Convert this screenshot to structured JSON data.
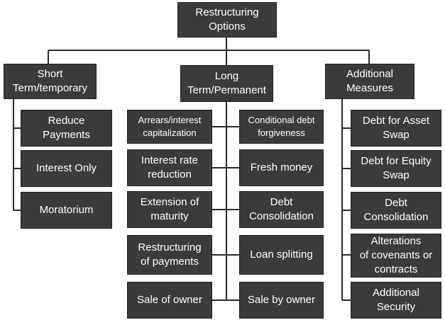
{
  "root": {
    "label": "Restructuring\nOptions"
  },
  "categories": [
    {
      "label": "Short\nTerm/temporary"
    },
    {
      "label": "Long\nTerm/Permanent"
    },
    {
      "label": "Additional\nMeasures"
    }
  ],
  "short_term": [
    {
      "label": "Reduce\nPayments"
    },
    {
      "label": "Interest Only"
    },
    {
      "label": "Moratorium"
    }
  ],
  "long_term_left": [
    {
      "label": "Arrears/interest\ncapitalization"
    },
    {
      "label": "Interest rate\nreduction"
    },
    {
      "label": "Extension of\nmaturity"
    },
    {
      "label": "Restructuring\nof payments"
    },
    {
      "label": "Sale of owner"
    }
  ],
  "long_term_right": [
    {
      "label": "Conditional debt\nforgiveness"
    },
    {
      "label": "Fresh money"
    },
    {
      "label": "Debt\nConsolidation"
    },
    {
      "label": "Loan splitting"
    },
    {
      "label": "Sale by owner"
    }
  ],
  "additional": [
    {
      "label": "Debt for Asset\nSwap"
    },
    {
      "label": "Debt for Equity\nSwap"
    },
    {
      "label": "Debt\nConsolidation"
    },
    {
      "label": "Alterations\nof covenants or\ncontracts"
    },
    {
      "label": "Additional\nSecurity"
    }
  ]
}
